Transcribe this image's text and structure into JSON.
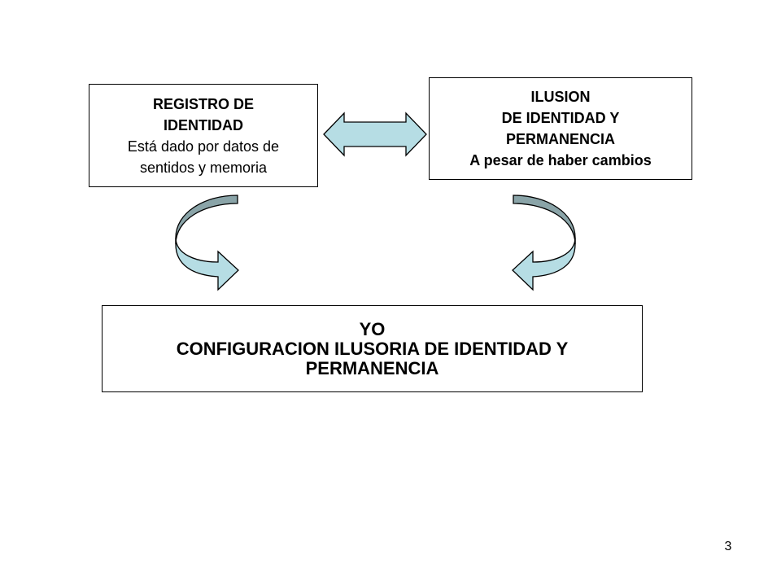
{
  "registro": {
    "title": "REGISTRO DE IDENTIDAD",
    "body_line1": "Está dado por datos de",
    "body_line2": "sentidos y memoria"
  },
  "ilusion": {
    "line1": "ILUSION",
    "line2": "DE IDENTIDAD Y",
    "line3": "PERMANENCIA",
    "line4": "A pesar de haber cambios"
  },
  "yo": {
    "line1": "YO",
    "line2": "CONFIGURACION ILUSORIA DE IDENTIDAD Y",
    "line3": "PERMANENCIA"
  },
  "page_number": "3",
  "colors": {
    "arrow_fill": "#b6dde4",
    "arrow_back": "#8aa4a8",
    "stroke": "#000000"
  }
}
